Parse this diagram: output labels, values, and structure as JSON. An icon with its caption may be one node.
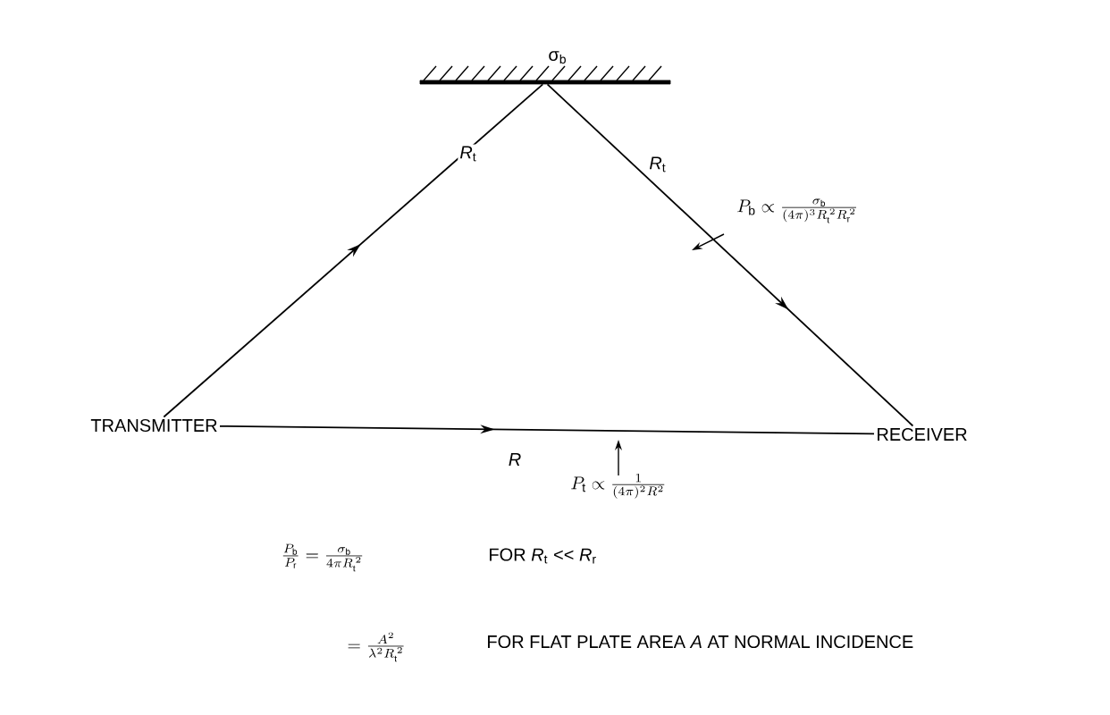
{
  "diagram": {
    "nodes": [
      {
        "text": [
          "TRANSMITTER"
        ]
      },
      {
        "text": [],
        "shape": "bar",
        "beside": [
          "σ$_{b}$"
        ]
      },
      {
        "text": [
          "RECEIVER"
        ]
      }
    ],
    "edges": [
      {
        "from": 0,
        "to": 1,
        "arrow": "to",
        "label": "*R*$_{t}$"
      },
      {
        "from": 1,
        "to": 2,
        "arrow": "to",
        "label": "*R*$_{t}$"
      },
      {
        "from": 0,
        "to": 2,
        "arrow": "to",
        "label": "*R*"
      }
    ],
    "labels": [
      "P_\\mathrm{b} \\propto \\frac{\\sigma_\\mathrm{b}}{(4\\pi)^3 R_\\mathrm{t}^{\\,2} R_\\mathrm{r}^{\\,2}}",
      "P_\\mathrm{t} \\propto \\frac{1}{(4\\pi)^2 R^2}",
      "\\frac{P_\\mathrm{b}}{P_\\mathrm{r}} = \\frac{\\sigma_\\mathrm{b}}{4\\pi R_\\mathrm{t}^{\\,2}}",
      "FOR *R*$_{t}$ << *R*$_{r}$",
      "= \\frac{A^2}{\\lambda^2 R_\\mathrm{t}^{\\,2}}",
      "FOR FLAT PLATE AREA *A* AT NORMAL INCIDENCE"
    ]
  }
}
